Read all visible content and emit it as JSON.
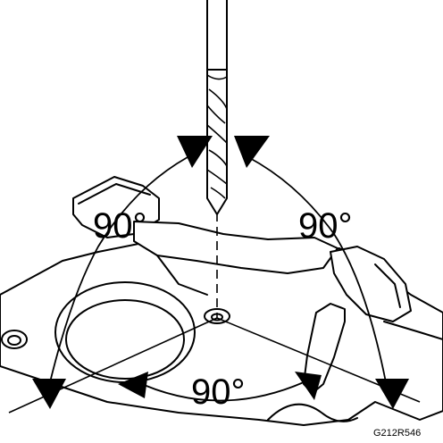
{
  "diagram": {
    "angle_labels": [
      "90°",
      "90°",
      "90°"
    ],
    "figure_code": "G212R546",
    "colors": {
      "line": "#000000",
      "background": "#ffffff"
    }
  }
}
